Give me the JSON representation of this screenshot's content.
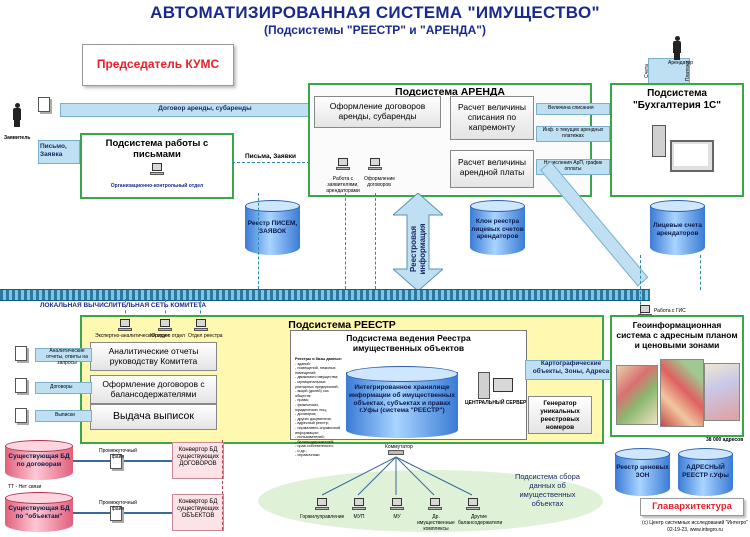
{
  "header": {
    "title": "АВТОМАТИЗИРОВАННАЯ СИСТЕМА \"ИМУЩЕСТВО\"",
    "subtitle": "(Подсистемы \"РЕЕСТР\" и \"АРЕНДА\")"
  },
  "chairman": {
    "label": "Председатель КУМС",
    "color": "#e8202a"
  },
  "applicant": {
    "label": "Заявитель",
    "input_label": "Письмо, Заявка"
  },
  "lease_contract_band": "Договор аренды, субаренды",
  "letters": {
    "title": "Подсистема работы с письмами",
    "department": "Организационно-контрольный отдел",
    "arrow_label": "Письма, Заявки",
    "registry_db": "Реестр ПИСЕМ, ЗАЯВОК"
  },
  "arenda": {
    "title": "Подсистема АРЕНДА",
    "contracts": "Оформление договоров аренды, субаренды",
    "calc_capital": "Расчет величины списания по капремонту",
    "calc_rent": "Расчет величины арендной платы",
    "workstations": [
      "Работа с заявителями, арендаторами",
      "Оформление договоров"
    ],
    "clone_db": "Клон реестра лицевых счетов арендаторов",
    "registry_info": "Реестровая информация"
  },
  "accounting": {
    "title": "Подсистема \"Бухгалтерия 1С\"",
    "flows": [
      "Величина списания",
      "Инф. о текущих арендных платежах",
      "Начисления АрП, график оплаты"
    ],
    "top_labels": [
      "Счета",
      "Арендатор",
      "Платежи"
    ],
    "db": "Лицевые счета арендаторов"
  },
  "network": {
    "label": "ЛОКАЛЬНАЯ ВЫЧИСЛИТЕЛЬНАЯ СЕТЬ КОМИТЕТА"
  },
  "reestr": {
    "title": "Подсистема РЕЕСТР",
    "workstations": [
      "Экспертно-аналитический отдел",
      "Юридич. отдел",
      "Отдел реестра"
    ],
    "reports": "Аналитические отчеты руководству Комитета",
    "contracts": "Оформление договоров с балансодержателями",
    "extracts": "Выдача выписок",
    "left_labels": [
      "Аналитические отчеты, ответы на запросы",
      "Договоры",
      "Выписки"
    ],
    "core_title": "Подсистема ведения Реестра имущественных объектов",
    "sections_title": "Реестры и базы данных:",
    "sections": [
      "- зданий;",
      "- помещений, нежилых помещений;",
      "- движимого имущества;",
      "- муниципальных унитарных предприятий;",
      "- акций (долей) хоз. обществ;",
      "- права;",
      "- физических, юридических лиц;",
      "- договоров;",
      "- других документов;",
      "- адресный реестр;",
      "- нормативно-справочной информации;",
      "- пользователей;",
      "- балансодержателей;",
      "- прав собственности;",
      "- и др.;",
      "- справочники"
    ],
    "storage": "Интегрированное хранилище информации об имущественных объектах, субъектах и правах г.Уфы (система \"РЕЕСТР\")",
    "storage_highlight": "\"РЕЕСТР\"",
    "server": "ЦЕНТРАЛЬНЫЙ СЕРВЕР",
    "cartographic": "Картографические объекты, Зоны, Адреса",
    "generator": "Генератор уникальных реестровых номеров"
  },
  "gis": {
    "title": "Геоинформационная система с адресным планом и ценовыми зонами",
    "workstation": "Работа с ГИС",
    "addr_count": "38 000 адресов",
    "zones_db": "Реестр ценовых ЗОН",
    "address_db": "АДРЕСНЫЙ РЕЕСТР г.Уфы",
    "org": "Главархитектура"
  },
  "collection": {
    "title": "Подсистема сбора данных об имущественных объектах",
    "hub": "Коммутатор",
    "nodes": [
      "Горжилуправление",
      "МУП",
      "МУ",
      "Др. имущественные комплексы",
      "Другие балансодержатели"
    ]
  },
  "conversion": {
    "db_contracts": "Существующая БД по договорам",
    "db_objects": "Существующая БД по \"объектам\"",
    "file1": "Промежуточный файл",
    "file2": "Промежуточный файл",
    "conv_contracts": "Конвертор БД существующих ДОГОВОРОВ",
    "conv_objects": "Конвертор БД существующих ОБЪЕКТОВ",
    "note": "ТТ - Нет связи"
  },
  "footer": {
    "line1": "(с) Центр системных исследований \"Интегро\"",
    "line2": "02-19-23, www.integro.ru"
  }
}
